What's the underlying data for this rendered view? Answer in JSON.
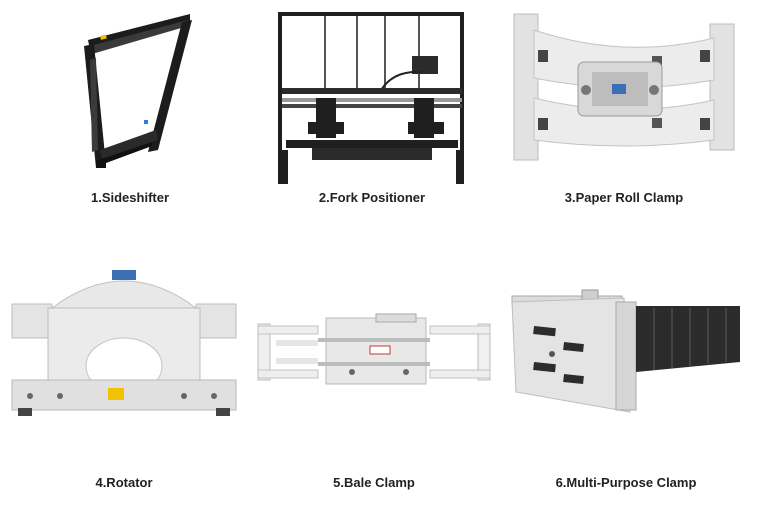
{
  "products": [
    {
      "caption": "1.Sideshifter",
      "icon": "sideshifter-image"
    },
    {
      "caption": "2.Fork Positioner",
      "icon": "fork-positioner-image"
    },
    {
      "caption": "3.Paper Roll Clamp",
      "icon": "paper-roll-clamp-image"
    },
    {
      "caption": "4.Rotator",
      "icon": "rotator-image"
    },
    {
      "caption": "5.Bale Clamp",
      "icon": "bale-clamp-image"
    },
    {
      "caption": "6.Multi-Purpose Clamp",
      "icon": "multi-purpose-clamp-image"
    }
  ],
  "colors": {
    "steel_dark": "#1f1f1f",
    "steel_light": "#e4e4e4",
    "accent_yellow": "#f2c200",
    "rubber_black": "#2b2b2b"
  }
}
